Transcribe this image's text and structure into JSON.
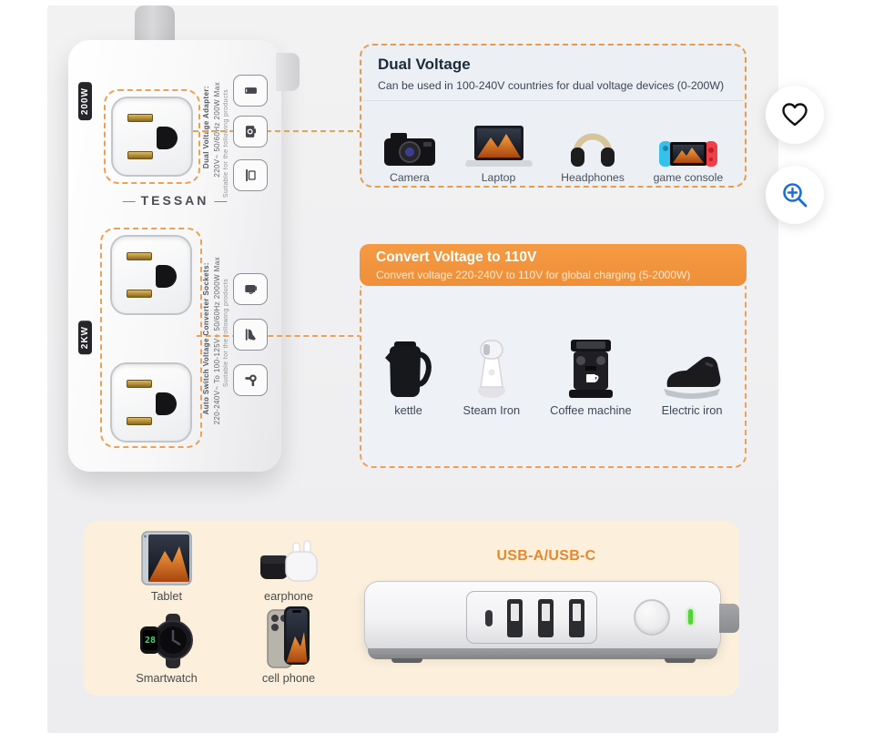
{
  "colors": {
    "stage_bg": "#f0f0f2",
    "accent_orange": "#f2953f",
    "dashed_orange": "#f0a055",
    "title_navy": "#1c2b3a",
    "cream_panel": "#fcf0dd",
    "zoom_blue": "#1b6fd6",
    "led_green": "#53d338"
  },
  "strip": {
    "brand": "TESSAN",
    "dash": "—",
    "badge_top": "200W",
    "badge_bottom": "2KW",
    "top_title": "Dual Voltage Adapter:",
    "top_spec": "220V~  50/60Hz  200W  Max",
    "suitable": "Suitable for the following products",
    "bottom_title": "Auto Switch Voltage Converter Sockets:",
    "bottom_spec": "220-240V~ To 100-125V~  50/60Hz  2000W  Max",
    "chip_icons_top": [
      "phone-icon",
      "camera-icon",
      "laptop-icon"
    ],
    "chip_icons_bottom": [
      "kettle-icon",
      "electric-iron-icon",
      "hair-dryer-icon"
    ]
  },
  "dual_voltage": {
    "title": "Dual Voltage",
    "subtitle": "Can be used in 100-240V countries for dual voltage devices (0-200W)",
    "items": [
      {
        "label": "Camera",
        "icon": "camera-icon"
      },
      {
        "label": "Laptop",
        "icon": "laptop-icon"
      },
      {
        "label": "Headphones",
        "icon": "headphones-icon"
      },
      {
        "label": "game console",
        "icon": "game-console-icon"
      }
    ]
  },
  "convert_voltage": {
    "title": "Convert Voltage to 110V",
    "subtitle": "Convert voltage 220-240V to 110V for global charging (5-2000W)",
    "items": [
      {
        "label": "kettle",
        "icon": "kettle-icon"
      },
      {
        "label": "Steam Iron",
        "icon": "steam-iron-icon"
      },
      {
        "label": "Coffee machine",
        "icon": "coffee-machine-icon"
      },
      {
        "label": "Electric iron",
        "icon": "electric-iron-icon"
      }
    ]
  },
  "usb_panel": {
    "title": "USB-A/USB-C",
    "ports": {
      "usb_c": 1,
      "usb_a": 3,
      "power_button": true,
      "led": "green"
    },
    "items": [
      {
        "label": "Tablet",
        "icon": "tablet-icon"
      },
      {
        "label": "earphone",
        "icon": "earphone-icon"
      },
      {
        "label": "Smartwatch",
        "icon": "smartwatch-icon"
      },
      {
        "label": "cell phone",
        "icon": "cell-phone-icon"
      }
    ]
  },
  "action_buttons": {
    "wishlist": "heart-icon",
    "zoom_in": "zoom-in-icon"
  }
}
